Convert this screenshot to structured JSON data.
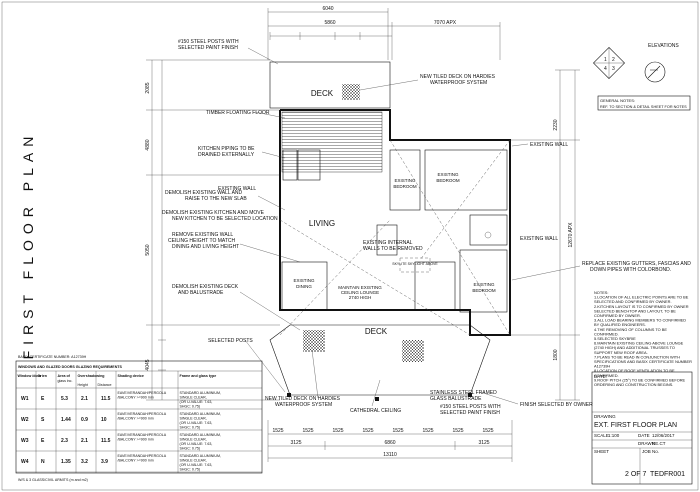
{
  "title": "FIRST FLOOR PLAN",
  "elevations_label": "ELEVATIONS",
  "general_notes": [
    "GENERAL NOTES:",
    "REF. TO SECTION & DETAIL SHEET FOR NOTES"
  ],
  "rooms": {
    "deck_top": "DECK",
    "deck_bottom": "DECK",
    "living": "LIVING",
    "bedroom1": "EXISTING BEDROOM",
    "bedroom2": "EXISTING BEDROOM",
    "bedroom3": "EXISTING BEDROOM",
    "bedroom4": "EXISTING BEDROOM",
    "dining": "EXISTING DINING",
    "lounge": "MAINTAIN EXISTING CEILING LOUNGE 2740 HIGH",
    "skylight": "SKYLITE SKYLIGHT ABOVE"
  },
  "annotations": {
    "steel_posts_top": "#150 STEEL POSTS WITH SELECTED PAINT FINISH",
    "new_deck_top": "NEW TILED DECK ON HARDIES WATERPROOF SYSTEM",
    "timber_floor": "TIMBER FLOATING FLOOR",
    "kitchen_piping": "KITCHEN PIPING TO BE DRAINED EXTERNALLY",
    "demolish_wall": "DEMOLISH EXISTING WALL AND RAISE TO THE NEW SLAB",
    "demolish_kitchen": "DEMOLISH EXISTING KITCHEN AND MOVE NEW KITCHEN TO BE SELECTED LOCATION",
    "remove_wall": "REMOVE EXISTING WALL CEILING HEIGHT TO MATCH DINING AND LIVING HEIGHT",
    "demolish_deck": "DEMOLISH EXISTING DECK AND BALUSTRADE",
    "selected_posts": "SELECTED POSTS",
    "internal_walls": "EXISTING INTERNAL WALLS TO BE REMOVED",
    "replace_gutters": "REPLACE EXISTING GUTTERS, FASCIAS AND DOWN PIPES WITH COLORBOND.",
    "new_deck_bottom": "NEW TILED DECK ON HARDIES WATERPROOF SYSTEM",
    "cathedral": "CATHEDRAL CEILING",
    "steel_posts_bottom": "#150 STEEL POSTS WITH SELECTED PAINT FINISH",
    "glass_balustrade": "STAINLESS STEEL FRAMED GLASS BALUSTRADE",
    "finish_owner": "FINISH SELECTED BY OWNER",
    "existing_wall_1": "EXISTING WALL",
    "existing_wall_2": "EXISTING WALL",
    "existing_wall_3": "EXISTING WALL"
  },
  "dimensions": {
    "top_6040": "6040",
    "top_5860": "5860",
    "top_7070": "7070 APX",
    "side_4880": "4880",
    "side_2085": "2085",
    "side_5050": "5050",
    "side_4045": "4045",
    "right_2230": "2230",
    "right_12670": "12670 APX",
    "right_1800": "1800",
    "bot_3125a": "3125",
    "bot_6860": "6860",
    "bot_3125b": "3125",
    "bot_13110": "13110",
    "bot_1525": [
      "1525",
      "1525",
      "1525",
      "1525",
      "1525",
      "1525",
      "1525",
      "1525"
    ]
  },
  "notes": [
    "NOTES:",
    "1.LOCATION OF ALL ELECTRIC POINTS ARE TO BE",
    "SELECTED AND CONFIRMED BY OWNER.",
    "2.KITCHEN LAYOUT IS TO CONFIRMED BY OWNER",
    "SELECTED BENCHTOP AND LAYOUT, TO BE",
    "CONFIRMED BY OWNER.",
    "3.ALL LOAD BEARING MEMBERS TO CONFIRMED",
    "BY QUALIFIED ENGINEERS.",
    "4.THE REMOVING OF COLUMNS TO BE",
    "CONFIRMED.",
    "5.SELECTED SKYBRIE",
    "6.MAINTAIN EXISTING CEILING ABOVE LOUNGE",
    "(2740 HIGH) AND ADDITIONAL TRUSSES TO",
    "SUPPORT NEW ROOF AREA.",
    "7.PLANS TO BE READ IN CONJUNCTION WITH",
    "SPECIFICATIONS AND BASIX CERTIFICATE NUMBER",
    "A12739H",
    "8.LOCATION OF ROOF VENTILATION TO BE",
    "CONFIRMED.",
    "9.ROOF PITCH (25°) TO BE CONFIRMED BEFORE",
    "ORDERING AND CONSTRUCTION BEGINS."
  ],
  "basix": "BASIX CERTIFICATE NUMBER: A12739H",
  "window_table": {
    "title": "WINDOWS AND GLAZED DOORS GLAZING REQUIREMENTS",
    "headers": [
      "Window / door no.",
      "Orientation",
      "Area of glass inc. frame",
      "Overshadowing Height",
      "Overshadowing Distance",
      "Shading device",
      "Frame and glass type"
    ],
    "rows": [
      [
        "W1",
        "E",
        "5.3",
        "2.1",
        "11.5",
        "EAVE/VERANDAH/PERGOLA /BALCONY >=900 mm",
        "STANDARD ALUMINIUM, SINGLE CLEAR, (OR U-VALUE: 7.63, SHGC: 0.75)"
      ],
      [
        "W2",
        "S",
        "1.44",
        "0.9",
        "10",
        "EAVE/VERANDAH/PERGOLA /BALCONY >=900 mm",
        "STANDARD ALUMINIUM, SINGLE CLEAR, (OR U-VALUE: 7.63, SHGC: 0.75)"
      ],
      [
        "W3",
        "E",
        "2.3",
        "2.1",
        "11.5",
        "EAVE/VERANDAH/PERGOLA /BALCONY >=900 mm",
        "STANDARD ALUMINIUM, SINGLE CLEAR, (OR U-VALUE: 7.63, SHGC: 0.75)"
      ],
      [
        "W4",
        "N",
        "1.35",
        "3.2",
        "3.9",
        "EAVE/VERANDAH/PERGOLA /BALCONY >=900 mm",
        "STANDARD ALUMINIUM, SINGLE CLEAR, (OR U-VALUE: 7.63, SHGC: 0.75)"
      ]
    ],
    "footnote": "W/S & 3 GLASS/CIVIL ARMITS (m and m2)"
  },
  "title_block": {
    "drawing_label": "DRAWING",
    "drawing": "EXT. FIRST FLOOR PLAN",
    "scale_label": "SCALE",
    "scale": "1:100",
    "date_label": "DATE",
    "date": "12/06/2017",
    "drawn_label": "DRAWN",
    "drawn": "RE.CT",
    "sheet_label": "SHEET",
    "sheet": "2 OF 7",
    "job_label": "JOB No.",
    "job": "TEDFR001",
    "notes_label": "DATE:"
  }
}
